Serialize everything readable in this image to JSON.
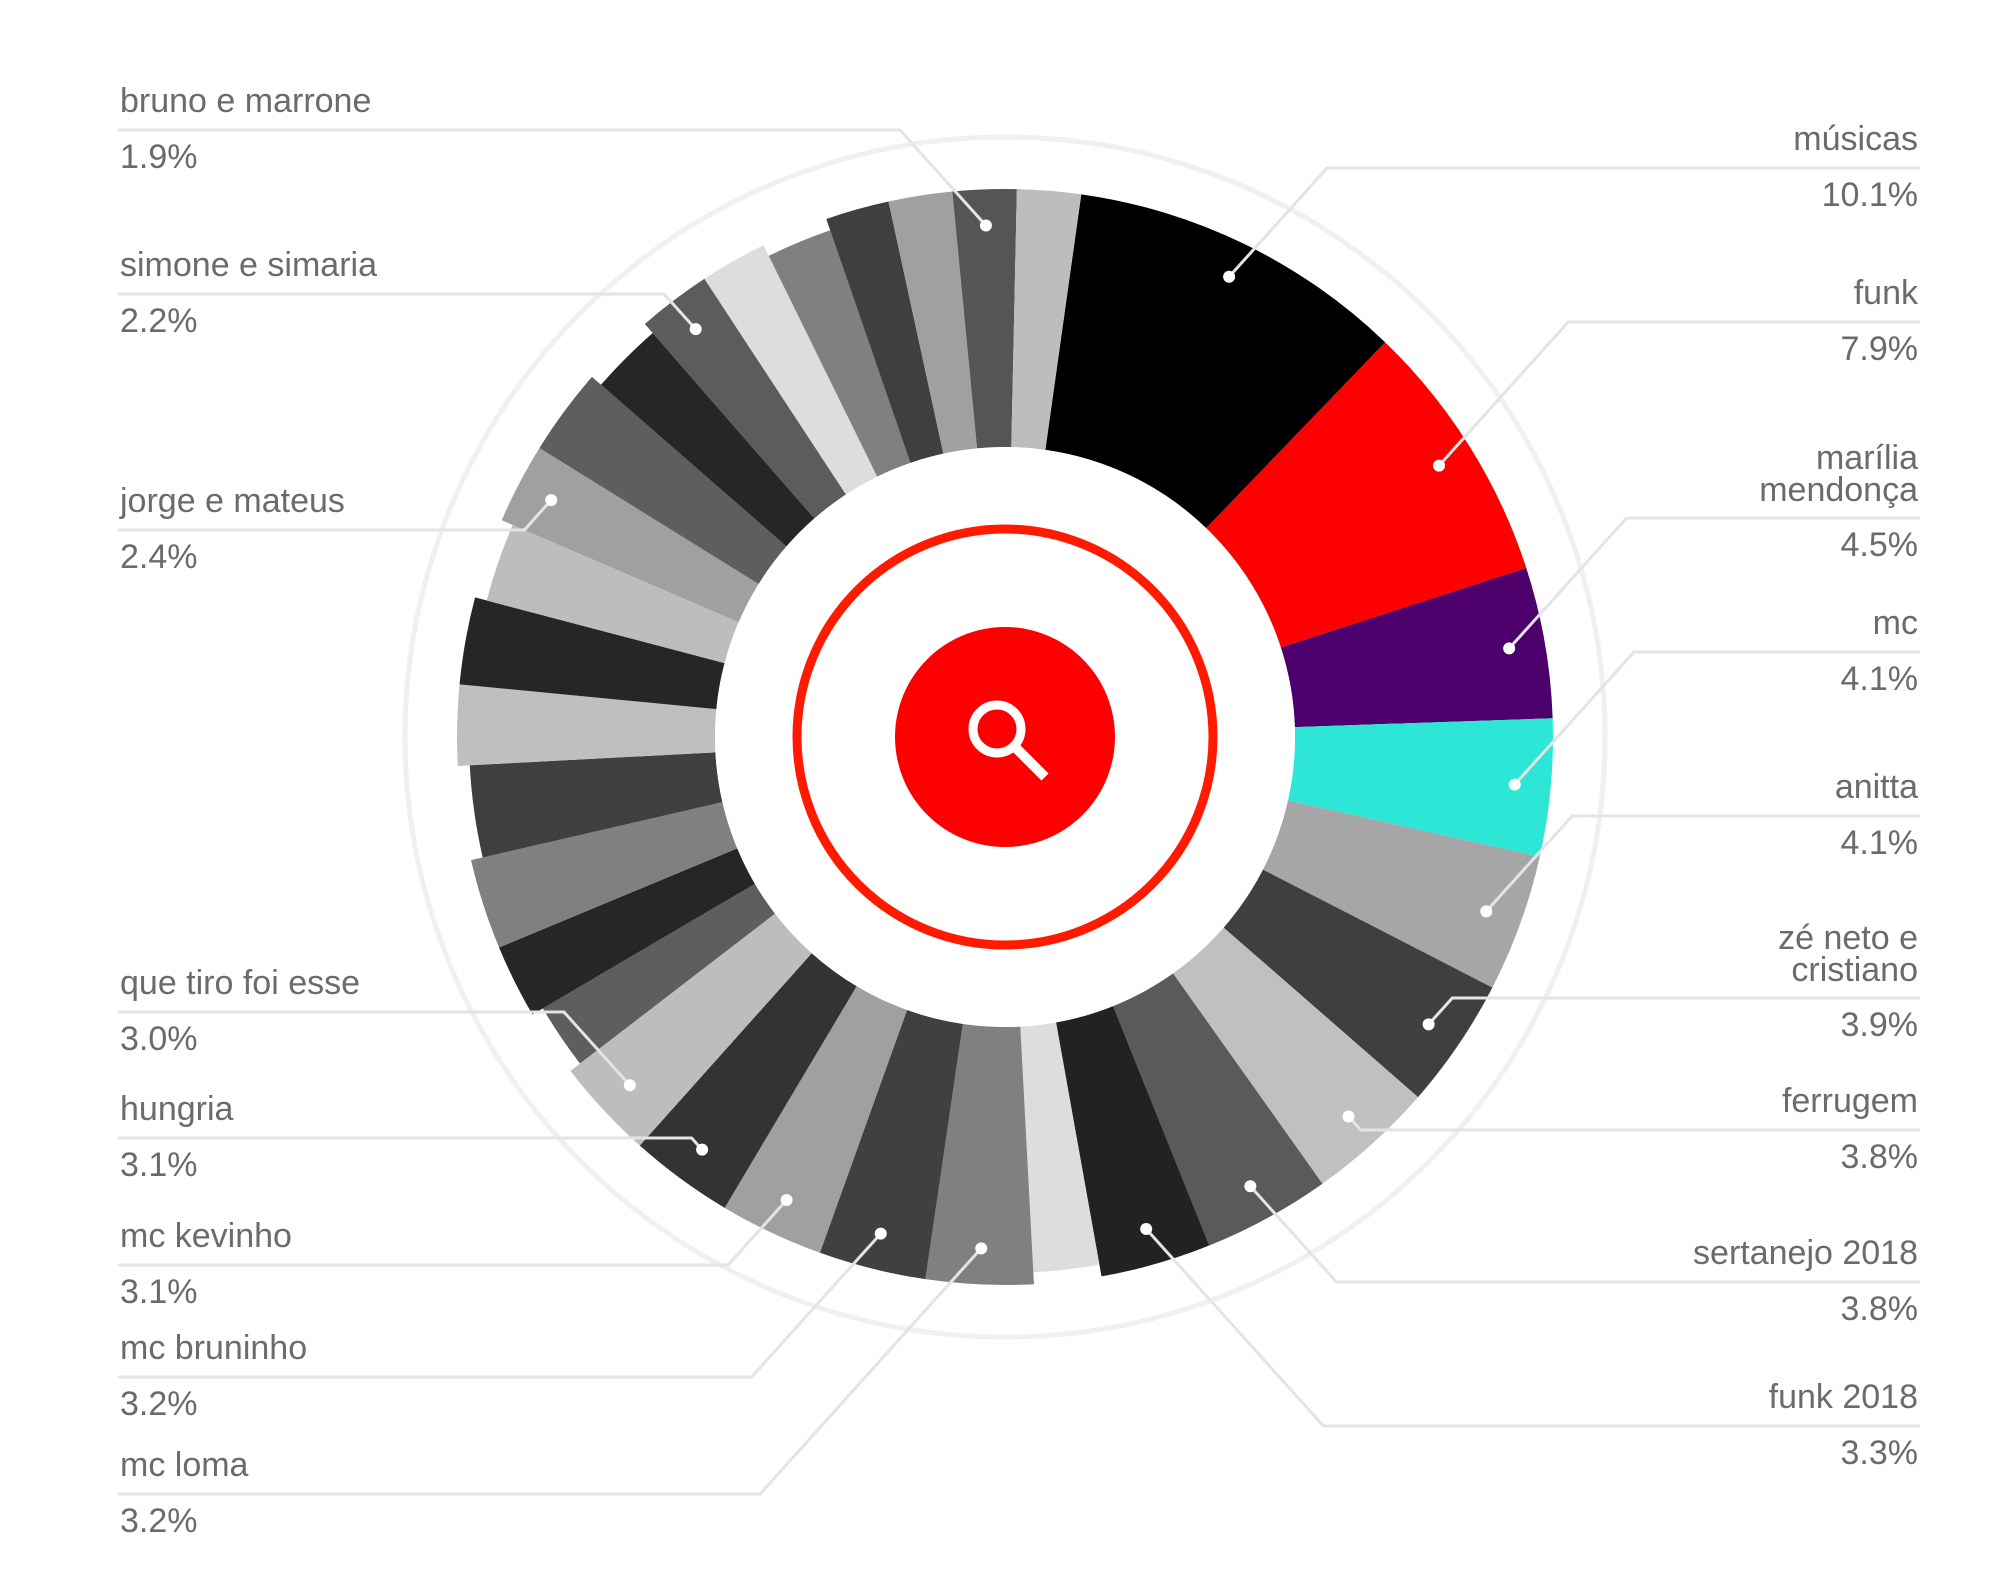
{
  "chart_data": {
    "type": "pie",
    "style": "radial donut with search icon at center",
    "center_icon": "search-icon",
    "accent_color": "#ff0000",
    "labeled_slices": [
      {
        "label": "músicas",
        "value": 10.1,
        "display": "10.1%",
        "color": "#000000"
      },
      {
        "label": "funk",
        "value": 7.9,
        "display": "7.9%",
        "color": "#ff0000"
      },
      {
        "label": "marília mendonça",
        "value": 4.5,
        "display": "4.5%",
        "color": "#4d006b"
      },
      {
        "label": "mc",
        "value": 4.1,
        "display": "4.1%",
        "color": "#2ee6d6"
      },
      {
        "label": "anitta",
        "value": 4.1,
        "display": "4.1%",
        "color": "#a6a6a6"
      },
      {
        "label": "zé neto e cristiano",
        "value": 3.9,
        "display": "3.9%",
        "color": "#3f3f3f"
      },
      {
        "label": "ferrugem",
        "value": 3.8,
        "display": "3.8%",
        "color": "#c0c0c0"
      },
      {
        "label": "sertanejo 2018",
        "value": 3.8,
        "display": "3.8%",
        "color": "#5a5a5a"
      },
      {
        "label": "funk 2018",
        "value": 3.3,
        "display": "3.3%",
        "color": "#222222"
      },
      {
        "label": "mc loma",
        "value": 3.2,
        "display": "3.2%",
        "color": "#808080"
      },
      {
        "label": "mc bruninho",
        "value": 3.2,
        "display": "3.2%",
        "color": "#404040"
      },
      {
        "label": "mc kevinho",
        "value": 3.1,
        "display": "3.1%",
        "color": "#a0a0a0"
      },
      {
        "label": "hungria",
        "value": 3.1,
        "display": "3.1%",
        "color": "#333333"
      },
      {
        "label": "que tiro foi esse",
        "value": 3.0,
        "display": "3.0%",
        "color": "#bdbdbd"
      },
      {
        "label": "jorge e mateus",
        "value": 2.4,
        "display": "2.4%",
        "color": "#a0a0a0"
      },
      {
        "label": "simone e simaria",
        "value": 2.2,
        "display": "2.2%",
        "color": "#5c5c5c"
      },
      {
        "label": "bruno e marrone",
        "value": 1.9,
        "display": "1.9%",
        "color": "#555555"
      }
    ],
    "unlabeled_slices": [
      {
        "value": 2.0,
        "color": "#dddddd"
      },
      {
        "value": 2.0,
        "color": "#5e5e5e"
      },
      {
        "value": 2.2,
        "color": "#262626"
      },
      {
        "value": 2.7,
        "color": "#808080"
      },
      {
        "value": 2.8,
        "color": "#3f3f3f"
      },
      {
        "value": 2.4,
        "color": "#bfbfbf"
      },
      {
        "value": 2.6,
        "color": "#262626"
      },
      {
        "value": 2.4,
        "color": "#bdbdbd"
      },
      {
        "value": 2.6,
        "color": "#5e5e5e"
      },
      {
        "value": 2.2,
        "color": "#262626"
      },
      {
        "value": 2.0,
        "color": "#dddddd"
      },
      {
        "value": 2.0,
        "color": "#808080"
      },
      {
        "value": 1.9,
        "color": "#3f3f3f"
      },
      {
        "value": 1.9,
        "color": "#a0a0a0"
      },
      {
        "value": 1.9,
        "color": "#bdbdbd"
      }
    ],
    "labels_left": [
      {
        "label": "bruno e marrone",
        "display": "1.9%"
      },
      {
        "label": "simone e simaria",
        "display": "2.2%"
      },
      {
        "label": "jorge e mateus",
        "display": "2.4%"
      },
      {
        "label": "que tiro foi esse",
        "display": "3.0%"
      },
      {
        "label": "hungria",
        "display": "3.1%"
      },
      {
        "label": "mc kevinho",
        "display": "3.1%"
      },
      {
        "label": "mc bruninho",
        "display": "3.2%"
      },
      {
        "label": "mc loma",
        "display": "3.2%"
      }
    ],
    "labels_right": [
      {
        "label": "músicas",
        "display": "10.1%"
      },
      {
        "label": "funk",
        "display": "7.9%"
      },
      {
        "label": "marília\nmendonça",
        "display": "4.5%"
      },
      {
        "label": "mc",
        "display": "4.1%"
      },
      {
        "label": "anitta",
        "display": "4.1%"
      },
      {
        "label": "zé neto e\ncristiano",
        "display": "3.9%"
      },
      {
        "label": "ferrugem",
        "display": "3.8%"
      },
      {
        "label": "sertanejo 2018",
        "display": "3.8%"
      },
      {
        "label": "funk 2018",
        "display": "3.3%"
      }
    ]
  }
}
